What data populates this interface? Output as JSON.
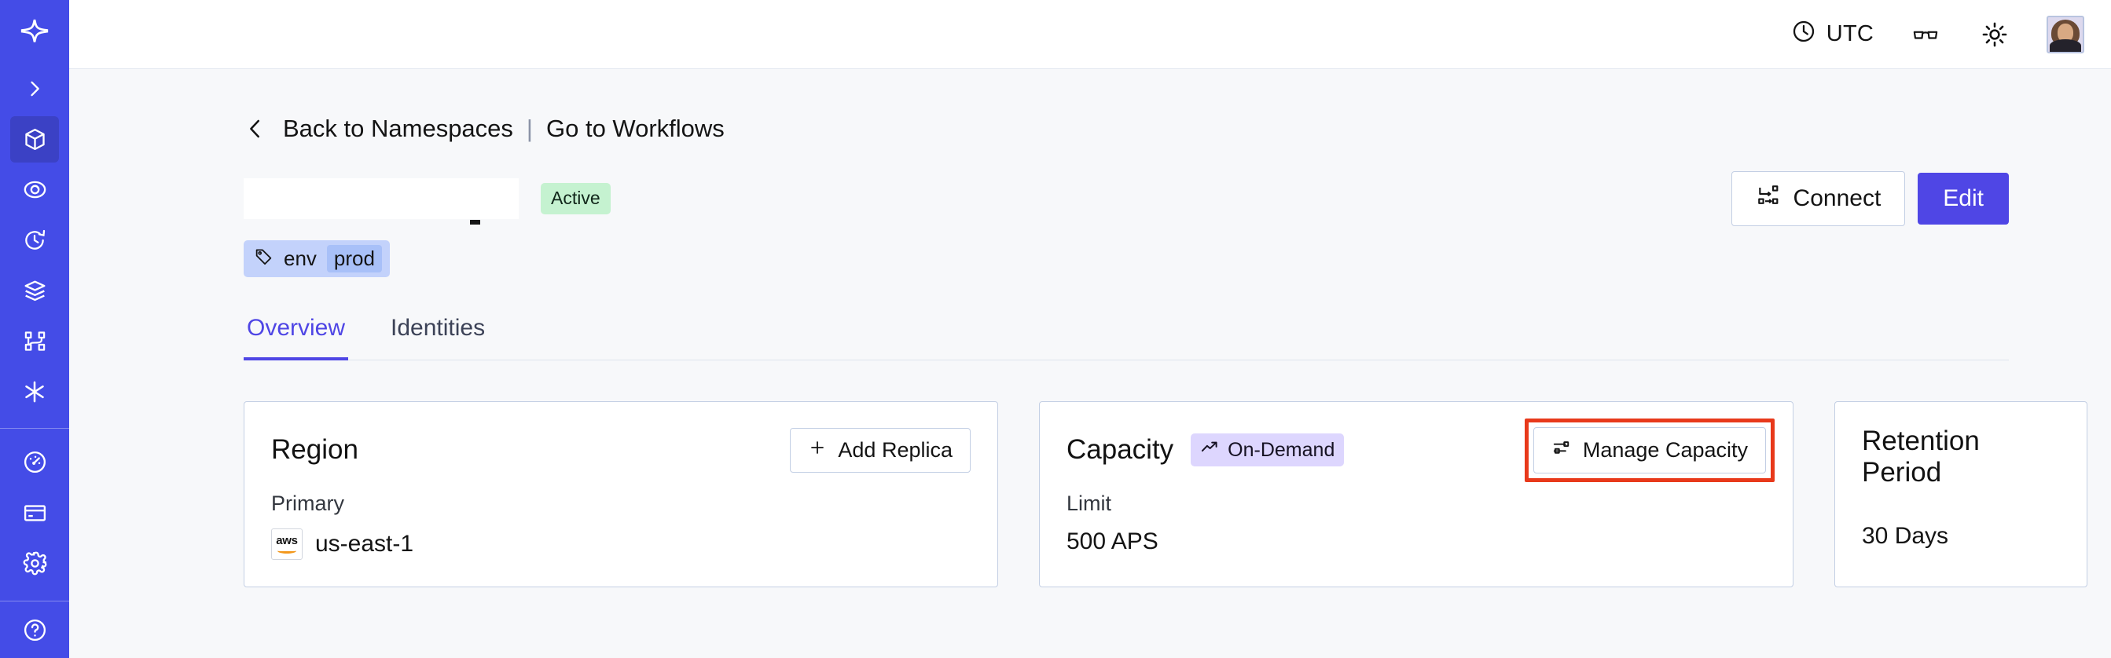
{
  "brand": {
    "color": "#444ce7",
    "accent": "#4f46e5",
    "logo_icon": "temporal-star-logo"
  },
  "sidebar": {
    "logo_icon": "temporal-star-logo",
    "items": [
      {
        "icon": "chevron-right-icon",
        "name": "expand-sidebar"
      },
      {
        "icon": "cube-icon",
        "name": "namespaces",
        "active": true
      },
      {
        "icon": "eye-icon",
        "name": "observability"
      },
      {
        "icon": "history-clock-icon",
        "name": "schedules"
      },
      {
        "icon": "layers-icon",
        "name": "workers"
      },
      {
        "icon": "nodes-graph-icon",
        "name": "workflows"
      },
      {
        "icon": "asterisk-icon",
        "name": "nexus"
      }
    ],
    "items_secondary": [
      {
        "icon": "gauge-icon",
        "name": "usage"
      },
      {
        "icon": "credit-card-icon",
        "name": "billing"
      },
      {
        "icon": "gear-icon",
        "name": "settings"
      }
    ]
  },
  "topbar": {
    "timezone_icon": "clock-icon",
    "timezone": "UTC",
    "glasses_icon": "glasses-icon",
    "theme_icon": "sun-icon",
    "avatar_icon": "user-avatar"
  },
  "breadcrumb": {
    "back_icon": "chevron-left-icon",
    "back_label": "Back to Namespaces",
    "separator": "|",
    "forward_label": "Go to Workflows"
  },
  "namespace": {
    "title": "",
    "status": "Active",
    "tag": {
      "icon": "tag-icon",
      "key": "env",
      "value": "prod"
    }
  },
  "header_actions": {
    "connect_icon": "connect-flow-icon",
    "connect_label": "Connect",
    "edit_label": "Edit"
  },
  "tabs": [
    {
      "label": "Overview",
      "active": true
    },
    {
      "label": "Identities",
      "active": false
    }
  ],
  "cards": {
    "region": {
      "title": "Region",
      "action_icon": "plus-icon",
      "action_label": "Add Replica",
      "sub_label": "Primary",
      "provider_icon": "aws-logo",
      "provider_text": "aws",
      "value": "us-east-1"
    },
    "capacity": {
      "title": "Capacity",
      "badge_icon": "trending-up-icon",
      "badge_label": "On-Demand",
      "action_icon": "sliders-icon",
      "action_label": "Manage Capacity",
      "highlighted": true,
      "highlight_color": "#e8391b",
      "sub_label": "Limit",
      "value": "500 APS"
    },
    "retention": {
      "title": "Retention Period",
      "value": "30 Days"
    }
  }
}
